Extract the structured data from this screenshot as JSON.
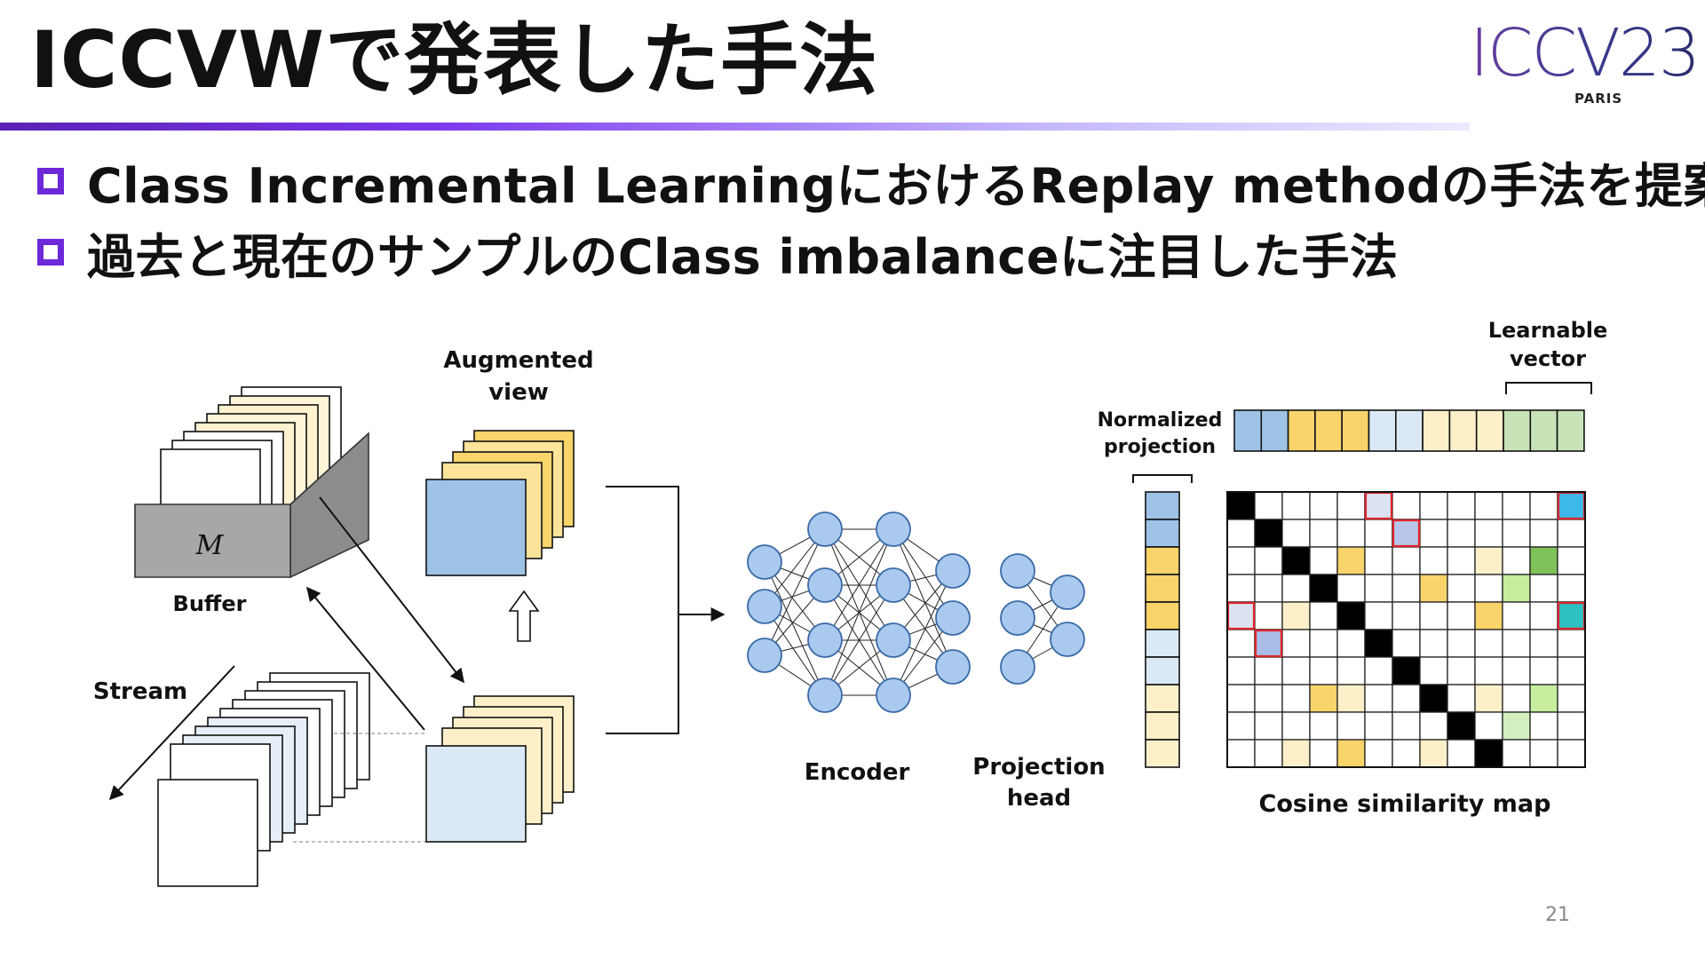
{
  "slide": {
    "title": "ICCVWで発表した手法",
    "logo_text": "ICCV23",
    "logo_sub": "PARIS",
    "bullets": [
      "Class Incremental LearningにおけるReplay methodの手法を提案",
      "過去と現在のサンプルのClass imbalanceに注目した手法"
    ],
    "page_number": "21"
  },
  "colors": {
    "accent": "#6d28d9",
    "blue": "#9fc3e7",
    "yellow": "#f9d46b",
    "light_blue": "#dbe9f6",
    "cream": "#fdf0c9",
    "green": "#c8e3b8",
    "black": "#000000"
  },
  "diagram": {
    "labels": {
      "buffer": "Buffer",
      "buffer_symbol": "M",
      "stream": "Stream",
      "augmented": "Augmented",
      "view": "view",
      "encoder": "Encoder",
      "projection": "Projection",
      "head": "head",
      "normalized": "Normalized",
      "projection_label": "projection",
      "learnable": "Learnable",
      "vector": "vector",
      "cosine": "Cosine similarity  map"
    },
    "learnable_vector_colors": [
      "blue",
      "blue",
      "yellow",
      "yellow",
      "yellow",
      "light_blue",
      "light_blue",
      "cream",
      "cream",
      "cream",
      "green",
      "green",
      "green"
    ],
    "normalized_projection_colors": [
      "blue",
      "blue",
      "yellow",
      "yellow",
      "yellow",
      "light_blue",
      "light_blue",
      "cream",
      "cream",
      "cream"
    ],
    "map_fills": [
      {
        "r": 0,
        "c": 0,
        "color": "#000000"
      },
      {
        "r": 1,
        "c": 1,
        "color": "#000000"
      },
      {
        "r": 2,
        "c": 2,
        "color": "#000000"
      },
      {
        "r": 3,
        "c": 3,
        "color": "#000000"
      },
      {
        "r": 4,
        "c": 4,
        "color": "#000000"
      },
      {
        "r": 5,
        "c": 5,
        "color": "#000000"
      },
      {
        "r": 6,
        "c": 6,
        "color": "#000000"
      },
      {
        "r": 7,
        "c": 7,
        "color": "#000000"
      },
      {
        "r": 8,
        "c": 8,
        "color": "#000000"
      },
      {
        "r": 9,
        "c": 9,
        "color": "#000000"
      },
      {
        "r": 0,
        "c": 5,
        "color": "#dbe3f2",
        "outline": "red"
      },
      {
        "r": 1,
        "c": 6,
        "color": "#b7c6ea",
        "outline": "red"
      },
      {
        "r": 0,
        "c": 12,
        "color": "#3cb8ea",
        "outline": "red"
      },
      {
        "r": 4,
        "c": 0,
        "color": "#dbe3f2",
        "outline": "red"
      },
      {
        "r": 5,
        "c": 1,
        "color": "#a9bde6",
        "outline": "red"
      },
      {
        "r": 4,
        "c": 12,
        "color": "#2fc0c2",
        "outline": "red"
      },
      {
        "r": 2,
        "c": 4,
        "color": "#f9d46b"
      },
      {
        "r": 3,
        "c": 7,
        "color": "#f9d46b"
      },
      {
        "r": 4,
        "c": 9,
        "color": "#f9d46b"
      },
      {
        "r": 7,
        "c": 3,
        "color": "#f9d46b"
      },
      {
        "r": 9,
        "c": 4,
        "color": "#f9d46b"
      },
      {
        "r": 2,
        "c": 9,
        "color": "#fdf0c9"
      },
      {
        "r": 4,
        "c": 2,
        "color": "#fdf0c9"
      },
      {
        "r": 7,
        "c": 4,
        "color": "#fdf0c9"
      },
      {
        "r": 7,
        "c": 9,
        "color": "#fdf0c9"
      },
      {
        "r": 9,
        "c": 2,
        "color": "#fdf0c9"
      },
      {
        "r": 9,
        "c": 7,
        "color": "#fdf0c9"
      },
      {
        "r": 2,
        "c": 11,
        "color": "#7fc25a"
      },
      {
        "r": 3,
        "c": 10,
        "color": "#c6ee9e"
      },
      {
        "r": 7,
        "c": 11,
        "color": "#c6ee9e"
      },
      {
        "r": 8,
        "c": 10,
        "color": "#d2f0bf"
      }
    ]
  }
}
